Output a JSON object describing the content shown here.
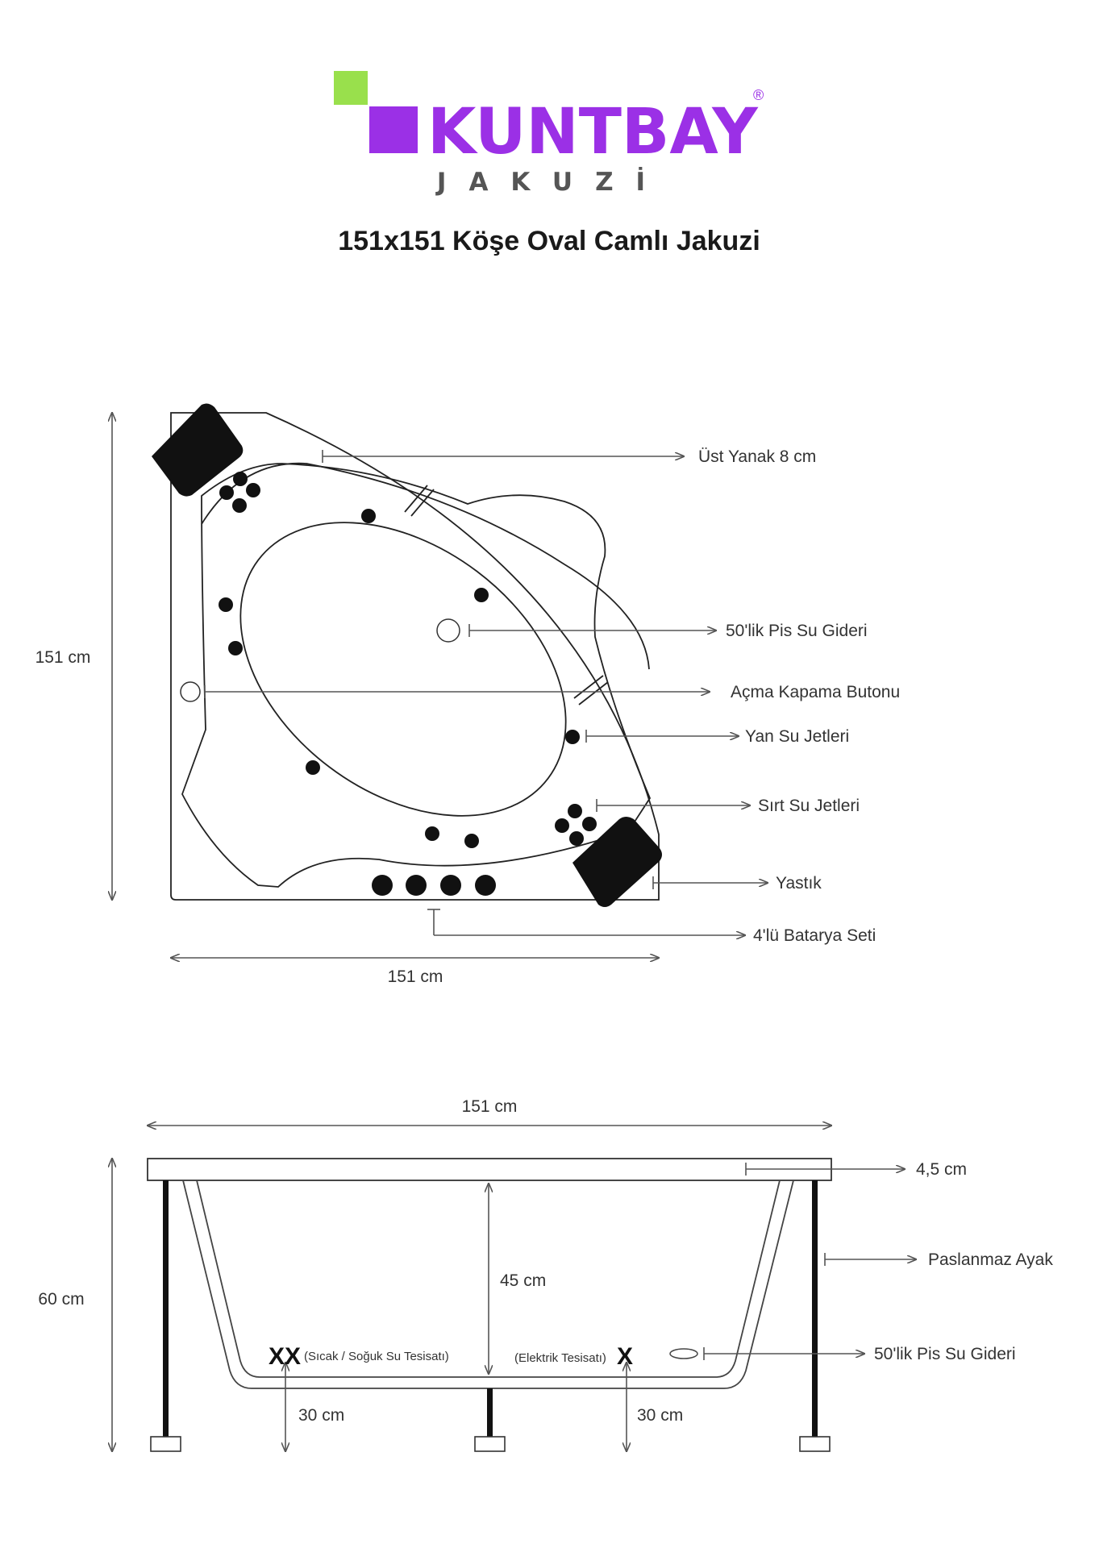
{
  "brand": {
    "name": "KUNTBAY",
    "subtitle": "JAKUZİ",
    "registered_mark": "®",
    "colors": {
      "primary": "#9b30e6",
      "accent": "#99e04c",
      "subtitle": "#555555"
    }
  },
  "title": "151x151 Köşe Oval Camlı Jakuzi",
  "top_view": {
    "height_label": "151 cm",
    "width_label": "151 cm",
    "callouts": {
      "ust_yanak": "Üst Yanak 8 cm",
      "pis_su_gideri": "50'lik Pis Su Gideri",
      "acma_kapama": "Açma Kapama Butonu",
      "yan_jetler": "Yan Su Jetleri",
      "sirt_jetler": "Sırt Su Jetleri",
      "yastik": "Yastık",
      "batarya": "4'lü Batarya Seti"
    }
  },
  "side_view": {
    "width_label": "151 cm",
    "height_label": "60 cm",
    "depth_label": "45 cm",
    "rim_label": "4,5 cm",
    "leg_label": "Paslanmaz Ayak",
    "drain_label": "50'lik Pis Su Gideri",
    "water_mark": "XX",
    "water_label": "(Sıcak / Soğuk Su Tesisatı)",
    "electric_label": "(Elektrik Tesisatı)",
    "electric_mark": "X",
    "left_offset_label": "30 cm",
    "right_offset_label": "30 cm"
  }
}
